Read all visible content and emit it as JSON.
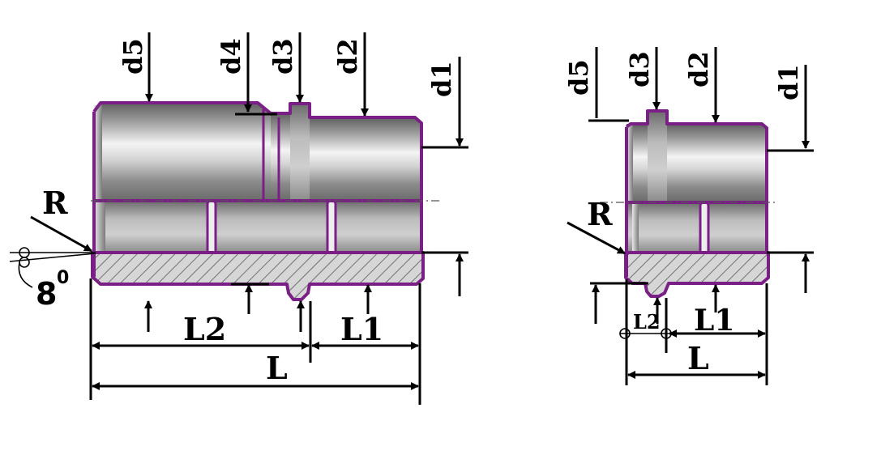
{
  "colors": {
    "outline": "#7a1f85",
    "hatch": "#666666",
    "dimension": "#000000"
  },
  "large_fitting": {
    "labels": {
      "d5": "d5",
      "d4": "d4",
      "d3": "d3",
      "d2": "d2",
      "d1": "d1",
      "R": "R",
      "angle_value": "8",
      "angle_unit": "0",
      "L2": "L2",
      "L1": "L1",
      "L": "L"
    }
  },
  "small_fitting": {
    "labels": {
      "d5": "d5",
      "d3": "d3",
      "d2": "d2",
      "d1": "d1",
      "R": "R",
      "L2": "L2",
      "L1": "L1",
      "L": "L"
    }
  }
}
